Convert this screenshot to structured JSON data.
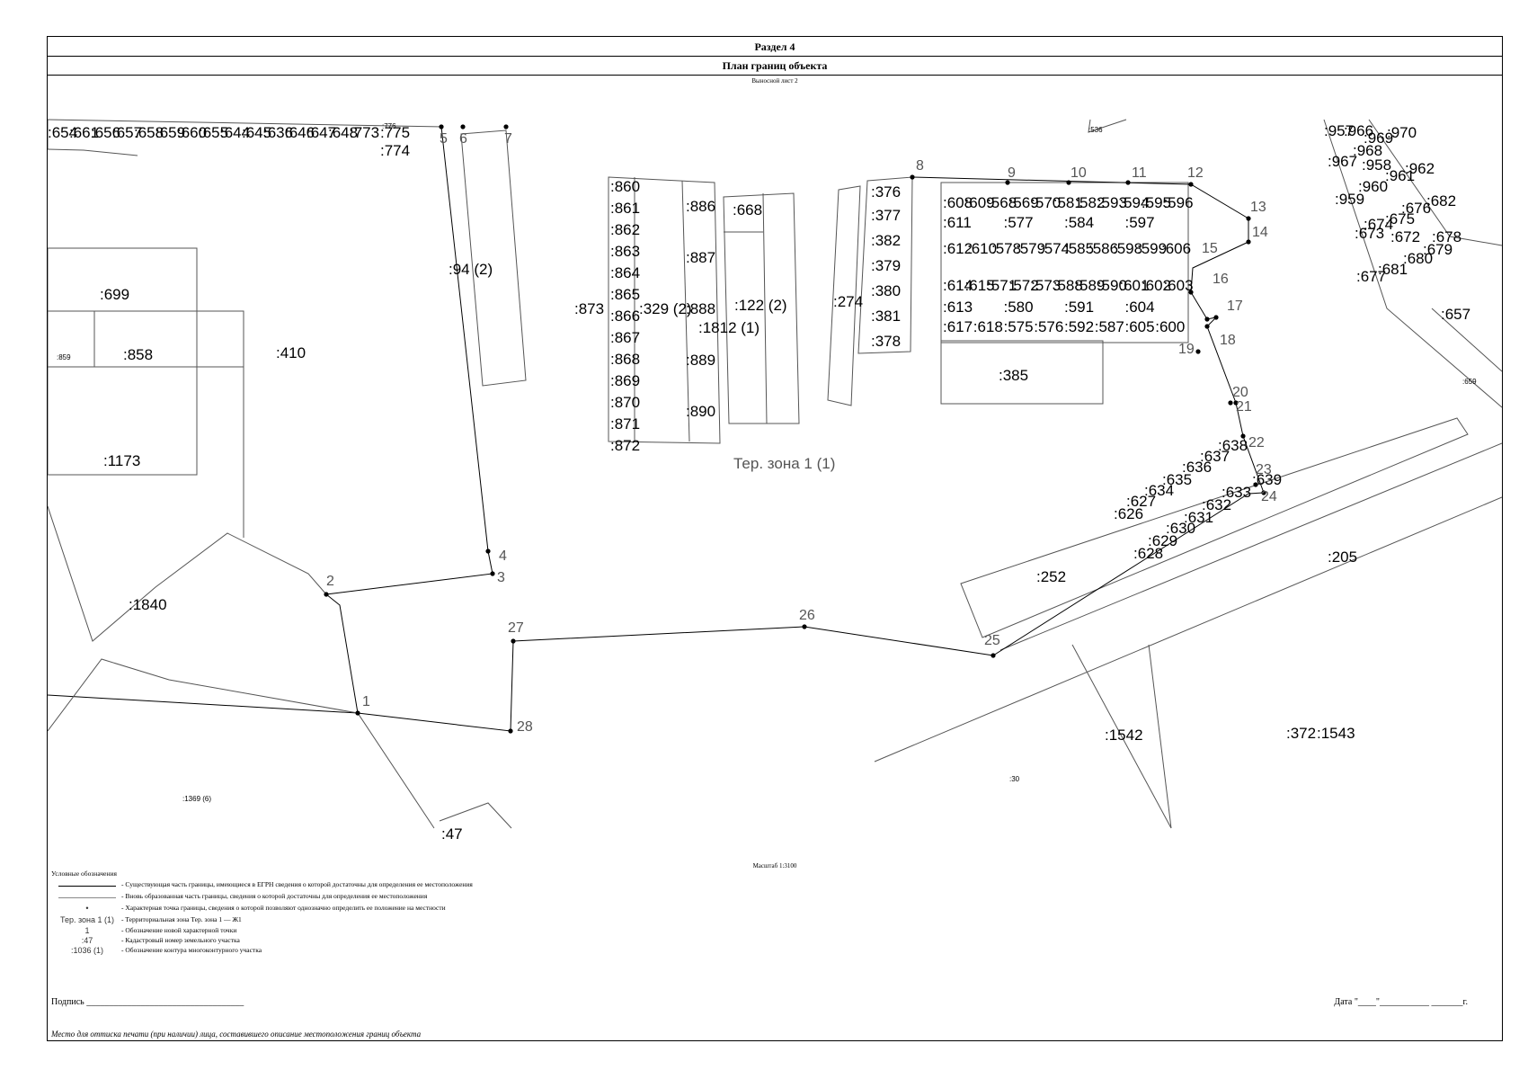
{
  "header": {
    "section": "Раздел 4",
    "title": "План границ объекта",
    "sheet": "Выносной лист 2"
  },
  "map": {
    "parcels": [
      ":410",
      ":699",
      ":858",
      ":859",
      ":1173",
      ":1840",
      ":1369 (6)",
      ":47",
      ":94 (2)",
      ":873",
      ":329 (2)",
      ":1812 (1)",
      ":122 (2)",
      ":668",
      ":274",
      ":376",
      ":377",
      ":382",
      ":379",
      ":380",
      ":381",
      ":378",
      ":385",
      ":252",
      ":205",
      ":1542",
      ":30",
      ":372",
      ":1543",
      ":657",
      ":659",
      ":774",
      ":775",
      ":776",
      ":536"
    ],
    "column_860_872": [
      ":860",
      ":861",
      ":862",
      ":863",
      ":864",
      ":865",
      ":866",
      ":867",
      ":868",
      ":869",
      ":870",
      ":871",
      ":872"
    ],
    "column_886_890": [
      ":886",
      ":887",
      ":888",
      ":889",
      ":890"
    ],
    "block_row1": [
      ":608",
      ":609",
      ":568",
      ":569",
      ":570",
      ":581",
      ":582",
      ":593",
      ":594",
      ":595",
      ":596"
    ],
    "block_row2": [
      ":611",
      ":577",
      ":584",
      ":597"
    ],
    "block_row3": [
      ":612",
      ":610",
      ":578",
      ":579",
      ":574",
      ":585",
      ":586",
      ":598",
      ":599",
      ":606"
    ],
    "block_row4": [
      ":614",
      ":615",
      ":571",
      ":572",
      ":573",
      ":588",
      ":589",
      ":590",
      ":601",
      ":602",
      ":603"
    ],
    "block_row5": [
      ":613",
      ":580",
      ":591",
      ":604"
    ],
    "block_row6": [
      ":617",
      ":618",
      ":575",
      ":576",
      ":592",
      ":587",
      ":605",
      ":600"
    ],
    "diag_block": [
      ":638",
      ":637",
      ":636",
      ":635",
      ":634",
      ":627",
      ":626",
      ":639",
      ":633",
      ":632",
      ":631",
      ":630",
      ":629",
      ":628"
    ],
    "top_strip": [
      ":654",
      ":661",
      ":656",
      ":657",
      ":658",
      ":659",
      ":660",
      ":655",
      ":644",
      ":645",
      ":636",
      ":646",
      ":647",
      ":648",
      ":773"
    ],
    "right_parcels": [
      ":957",
      ":966",
      ":969",
      ":970",
      ":968",
      ":967",
      ":958",
      ":961",
      ":962",
      ":960",
      ":959",
      ":682",
      ":676",
      ":675",
      ":674",
      ":673",
      ":672",
      ":678",
      ":679",
      ":680",
      ":681",
      ":677"
    ],
    "points": [
      "1",
      "2",
      "3",
      "4",
      "5",
      "6",
      "7",
      "8",
      "9",
      "10",
      "11",
      "12",
      "13",
      "14",
      "15",
      "16",
      "17",
      "18",
      "19",
      "20",
      "21",
      "22",
      "23",
      "24",
      "25",
      "26",
      "27",
      "28"
    ],
    "zone_label": "Тер. зона 1 (1)"
  },
  "scale": "Масштаб 1:3100",
  "legend": {
    "title": "Условные обозначения",
    "items": [
      {
        "symbol": "",
        "text": "- Существующая часть границы, имеющиеся в ЕГРН сведения о которой достаточны для определения ее местоположения"
      },
      {
        "symbol": "",
        "text": "- Вновь образованная часть границы, сведения о которой достаточны для определения ее местоположения"
      },
      {
        "symbol": "•",
        "text": "- Характерная точка границы, сведения о которой позволяют однозначно определить ее положение на местности"
      },
      {
        "symbol": "Тер. зона 1 (1)",
        "text": "- Территориальная зона Тер. зона 1 — Ж1"
      },
      {
        "symbol": "1",
        "text": "- Обозначение новой характерной точки"
      },
      {
        "symbol": ":47",
        "text": "- Кадастровый номер земельного участка"
      },
      {
        "symbol": ":1036 (1)",
        "text": "- Обозначение контура многоконтурного участка"
      }
    ]
  },
  "footer": {
    "signature": "Подпись ___________________________________",
    "date": "Дата \"____\"___________ _______г.",
    "stamp_note": "Место для оттиска печати (при наличии) лица, составившего описание местоположения границ объекта"
  }
}
